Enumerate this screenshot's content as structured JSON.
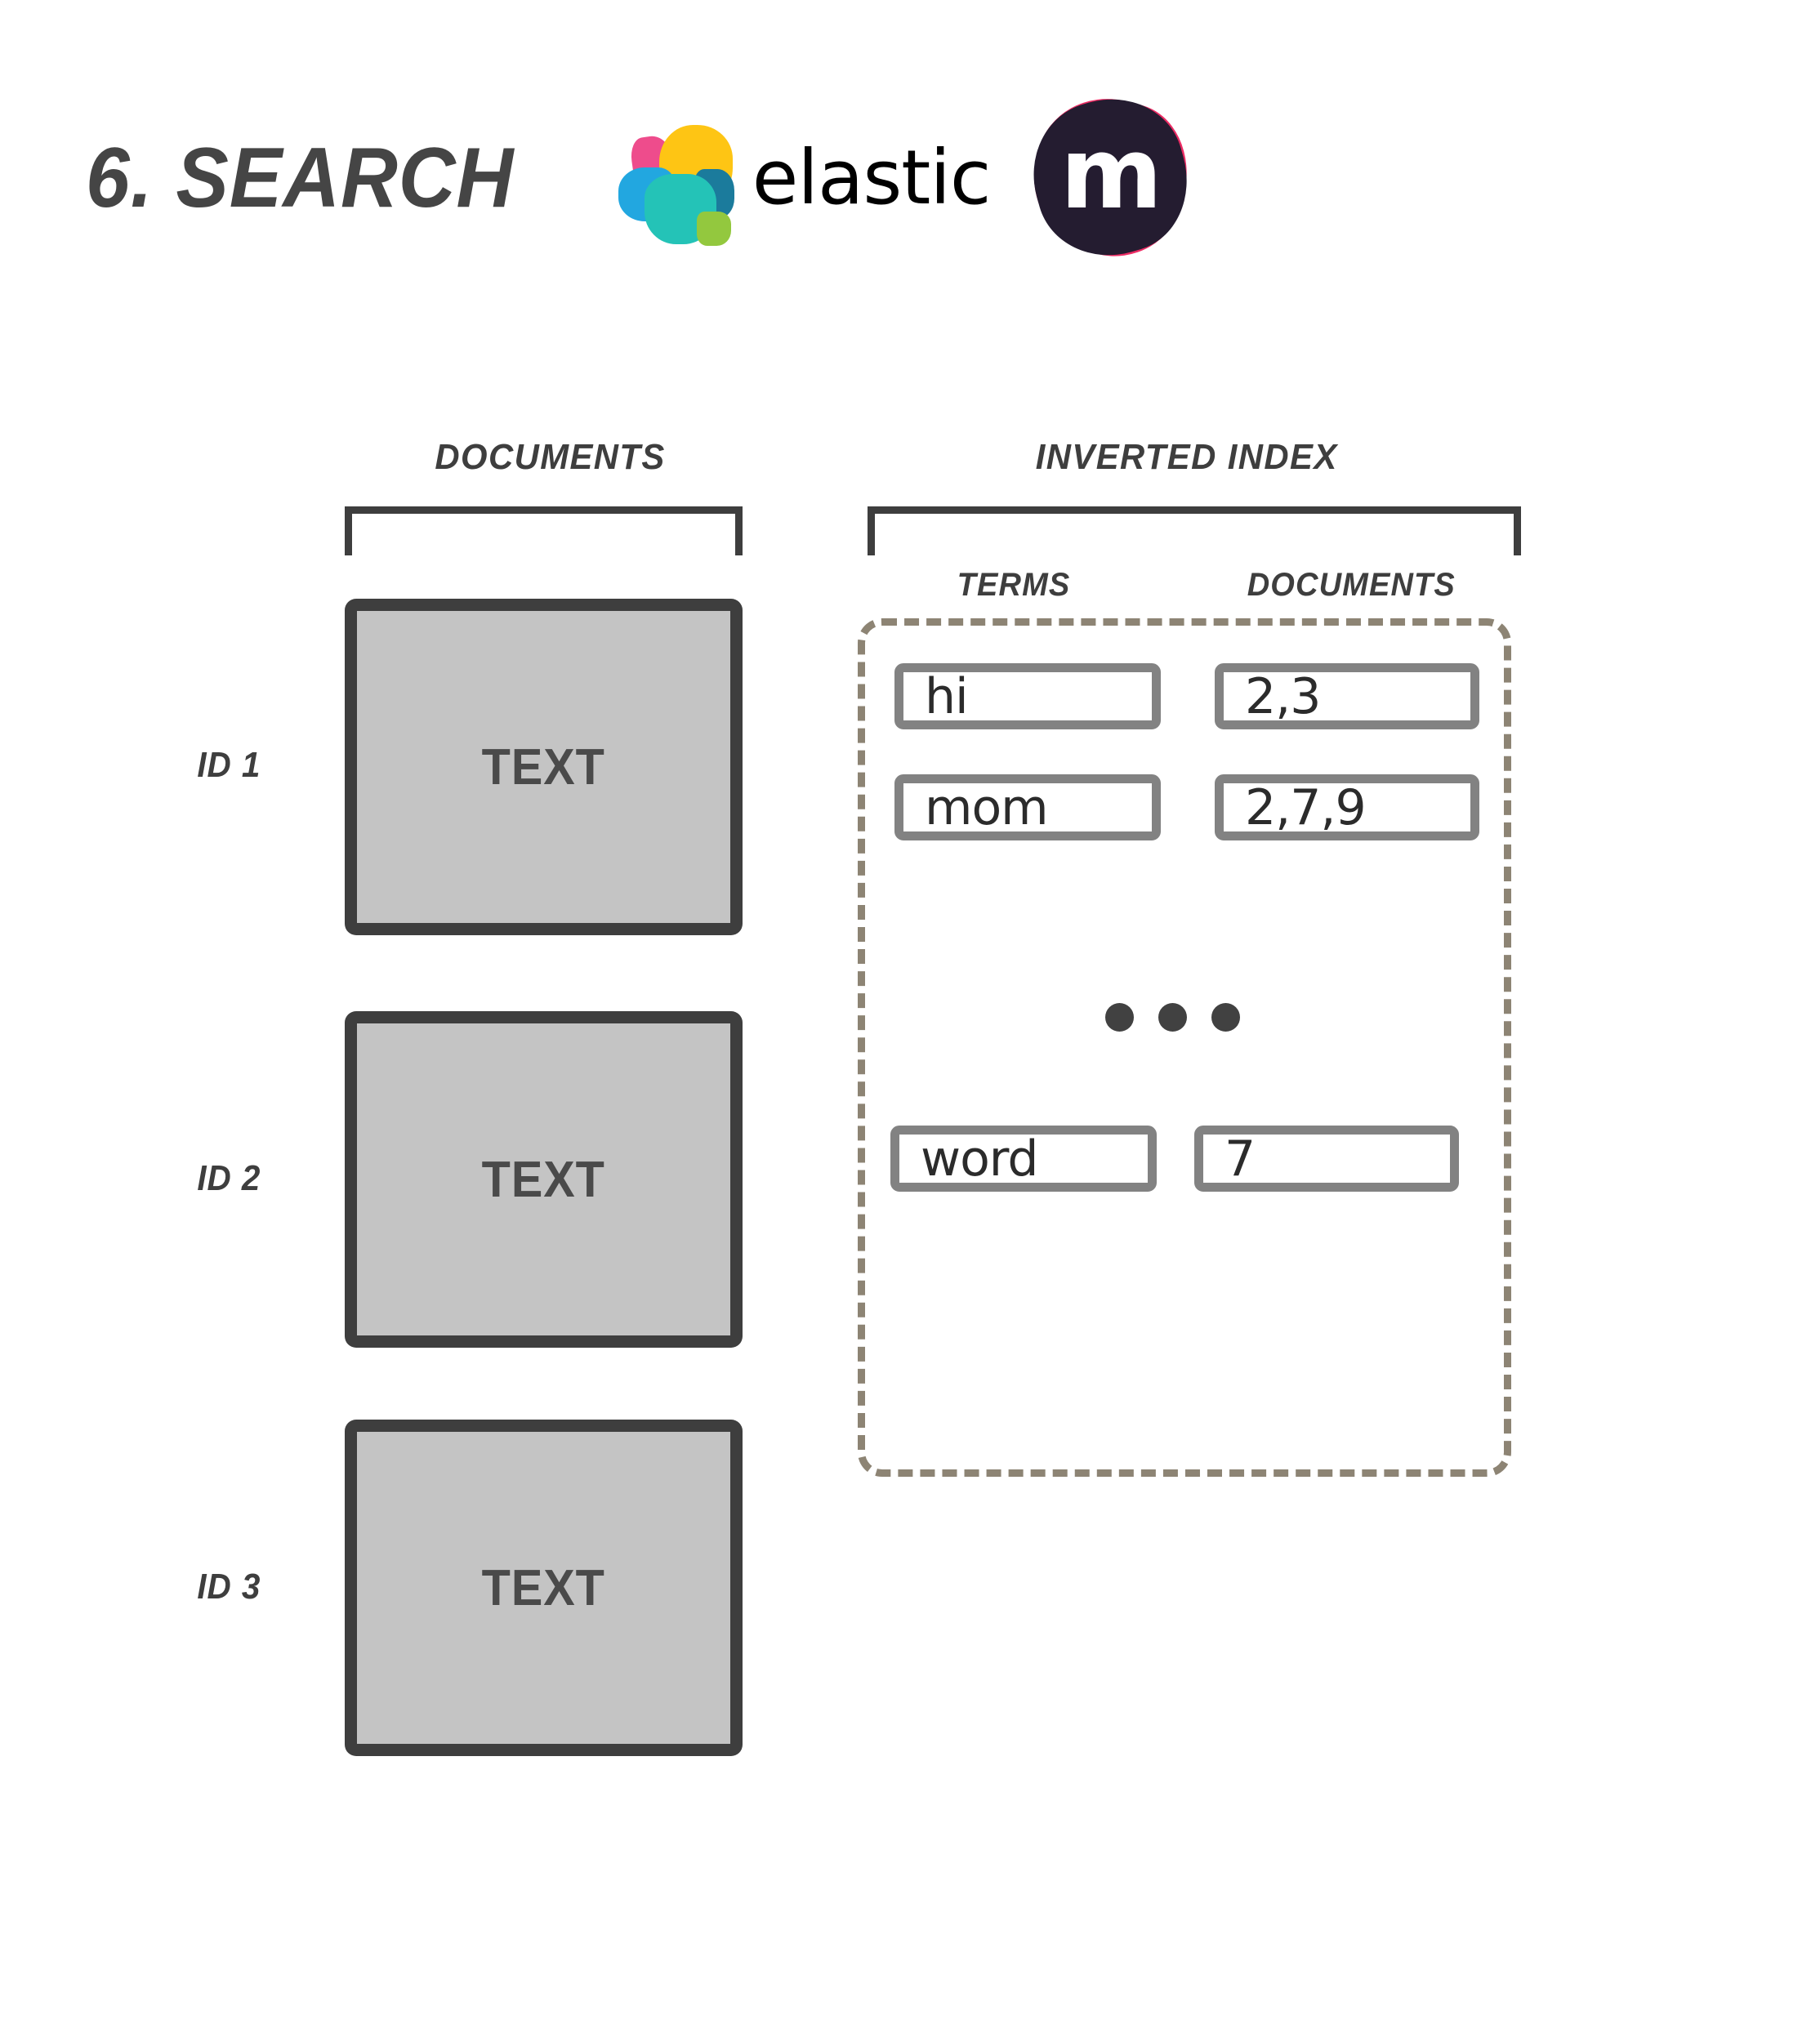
{
  "header": {
    "title": "6. SEARCH",
    "elastic_wordmark": "elastic",
    "m_logo_letter": "m",
    "colors": {
      "title": "#454545",
      "elastic_pink": "#ee4c8c",
      "elastic_yellow": "#fec514",
      "elastic_light_blue": "#22a7e0",
      "elastic_teal": "#24c3b7",
      "elastic_dark_blue": "#1b7b9c",
      "elastic_green": "#93c83e",
      "m_logo_pink": "#ec2c64",
      "m_logo_dark": "#241c30"
    }
  },
  "documents_section": {
    "heading": "DOCUMENTS",
    "rows": [
      {
        "id_label": "ID 1",
        "box_text": "TEXT"
      },
      {
        "id_label": "ID 2",
        "box_text": "TEXT"
      },
      {
        "id_label": "ID 3",
        "box_text": "TEXT"
      }
    ],
    "colors": {
      "box_fill": "#c4c4c4",
      "box_border": "#3e3e3e",
      "text": "#4a4a4a"
    }
  },
  "inverted_index_section": {
    "heading": "INVERTED INDEX",
    "column_headers": {
      "terms": "TERMS",
      "documents": "DOCUMENTS"
    },
    "entries": [
      {
        "term": "hi",
        "documents": "2,3"
      },
      {
        "term": "mom",
        "documents": "2,7,9"
      },
      {
        "term": "word",
        "documents": "7"
      }
    ],
    "ellipsis_dots": 3,
    "colors": {
      "dashed_border": "#8d8474",
      "cell_border": "#828282",
      "cell_fill": "#ffffff",
      "cell_text": "#2b2b2b",
      "dot": "#414141"
    }
  }
}
